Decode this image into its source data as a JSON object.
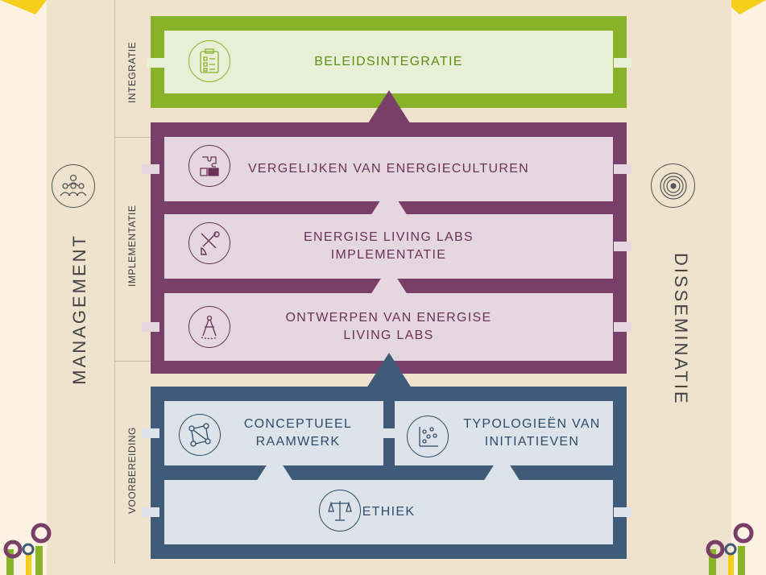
{
  "stages": {
    "integratie": "INTEGRATIE",
    "implementatie": "IMPLEMENTATIE",
    "voorbereiding": "VOORBEREIDING"
  },
  "sides": {
    "left": "MANAGEMENT",
    "right": "DISSEMINATIE"
  },
  "boxes": {
    "beleidsintegratie": "BELEIDSINTEGRATIE",
    "vergelijken": "VERGELIJKEN VAN ENERGIECULTUREN",
    "living_labs_1": "ENERGISE LIVING LABS",
    "living_labs_2": "IMPLEMENTATIE",
    "ontwerpen_1": "ONTWERPEN VAN ENERGISE",
    "ontwerpen_2": "LIVING LABS",
    "concept_1": "CONCEPTUEEL",
    "concept_2": "RAAMWERK",
    "typo_1": "TYPOLOGIEËN VAN",
    "typo_2": "INITIATIEVEN",
    "ethiek": "ETHIEK"
  },
  "colors": {
    "green": "#88b22a",
    "purple": "#7a3f68",
    "blue": "#3e5b78",
    "cream": "#efe3ce",
    "yellow": "#f6cf1b"
  },
  "icons": [
    "clipboard-checklist-icon",
    "puzzle-icon",
    "tools-icon",
    "compass-icon",
    "network-icon",
    "scatter-icon",
    "scales-icon",
    "people-group-icon",
    "disc-icon",
    "logo-icon"
  ]
}
